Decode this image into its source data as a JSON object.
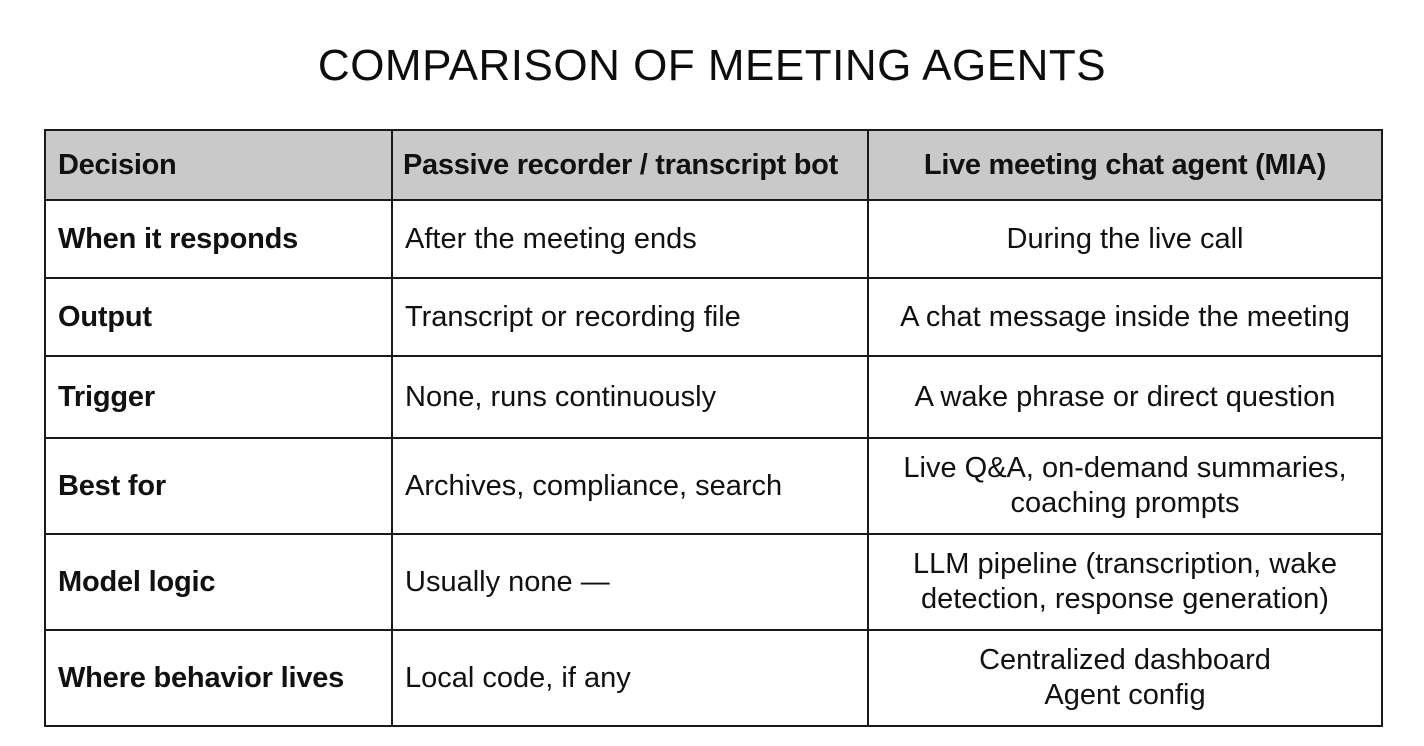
{
  "title": "COMPARISON OF MEETING AGENTS",
  "table": {
    "headers": [
      "Decision",
      "Passive recorder / transcript bot",
      "Live meeting chat agent (MIA)"
    ],
    "rows": [
      {
        "decision": "When it responds",
        "passive": "After the meeting ends",
        "live": [
          "During the live call"
        ]
      },
      {
        "decision": "Output",
        "passive": "Transcript or recording file",
        "live": [
          "A chat message inside the meeting"
        ]
      },
      {
        "decision": "Trigger",
        "passive": "None, runs continuously",
        "live": [
          "A wake phrase or direct question"
        ]
      },
      {
        "decision": "Best for",
        "passive": "Archives, compliance, search",
        "live": [
          "Live Q&A, on-demand summaries,",
          "coaching prompts"
        ]
      },
      {
        "decision": "Model logic",
        "passive": "Usually none —",
        "live": [
          "LLM pipeline (transcription, wake",
          "detection, response generation)"
        ]
      },
      {
        "decision": "Where behavior lives",
        "passive": "Local code, if any",
        "live": [
          "Centralized dashboard",
          "Agent config"
        ]
      }
    ]
  }
}
